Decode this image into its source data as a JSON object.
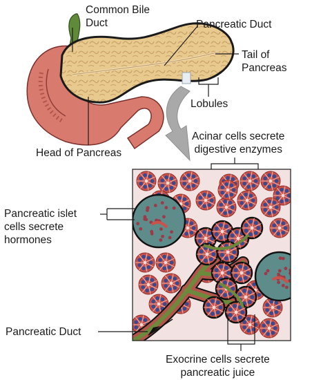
{
  "labels": {
    "common_bile_duct": "Common Bile\nDuct",
    "pancreatic_duct_top": "Pancreatic Duct",
    "tail_of_pancreas": "Tail of\nPancreas",
    "lobules": "Lobules",
    "head_of_pancreas": "Head of Pancreas",
    "acinar_cells": "Acinar cells secrete\ndigestive enzymes",
    "islet_cells": "Pancreatic islet\ncells secrete\nhormones",
    "pancreatic_duct_bottom": "Pancreatic Duct",
    "exocrine_cells": "Exocrine cells secrete\npancreatic juice"
  },
  "colors": {
    "pancreas_fill": "#e8c98e",
    "duodenum": "#d97a6e",
    "bile_duct": "#5f8a3a",
    "acinus": "#c9524a",
    "nucleus": "#3a4a8f",
    "islet": "#5e8c8a",
    "duct_lining": "#6b8a3c"
  }
}
